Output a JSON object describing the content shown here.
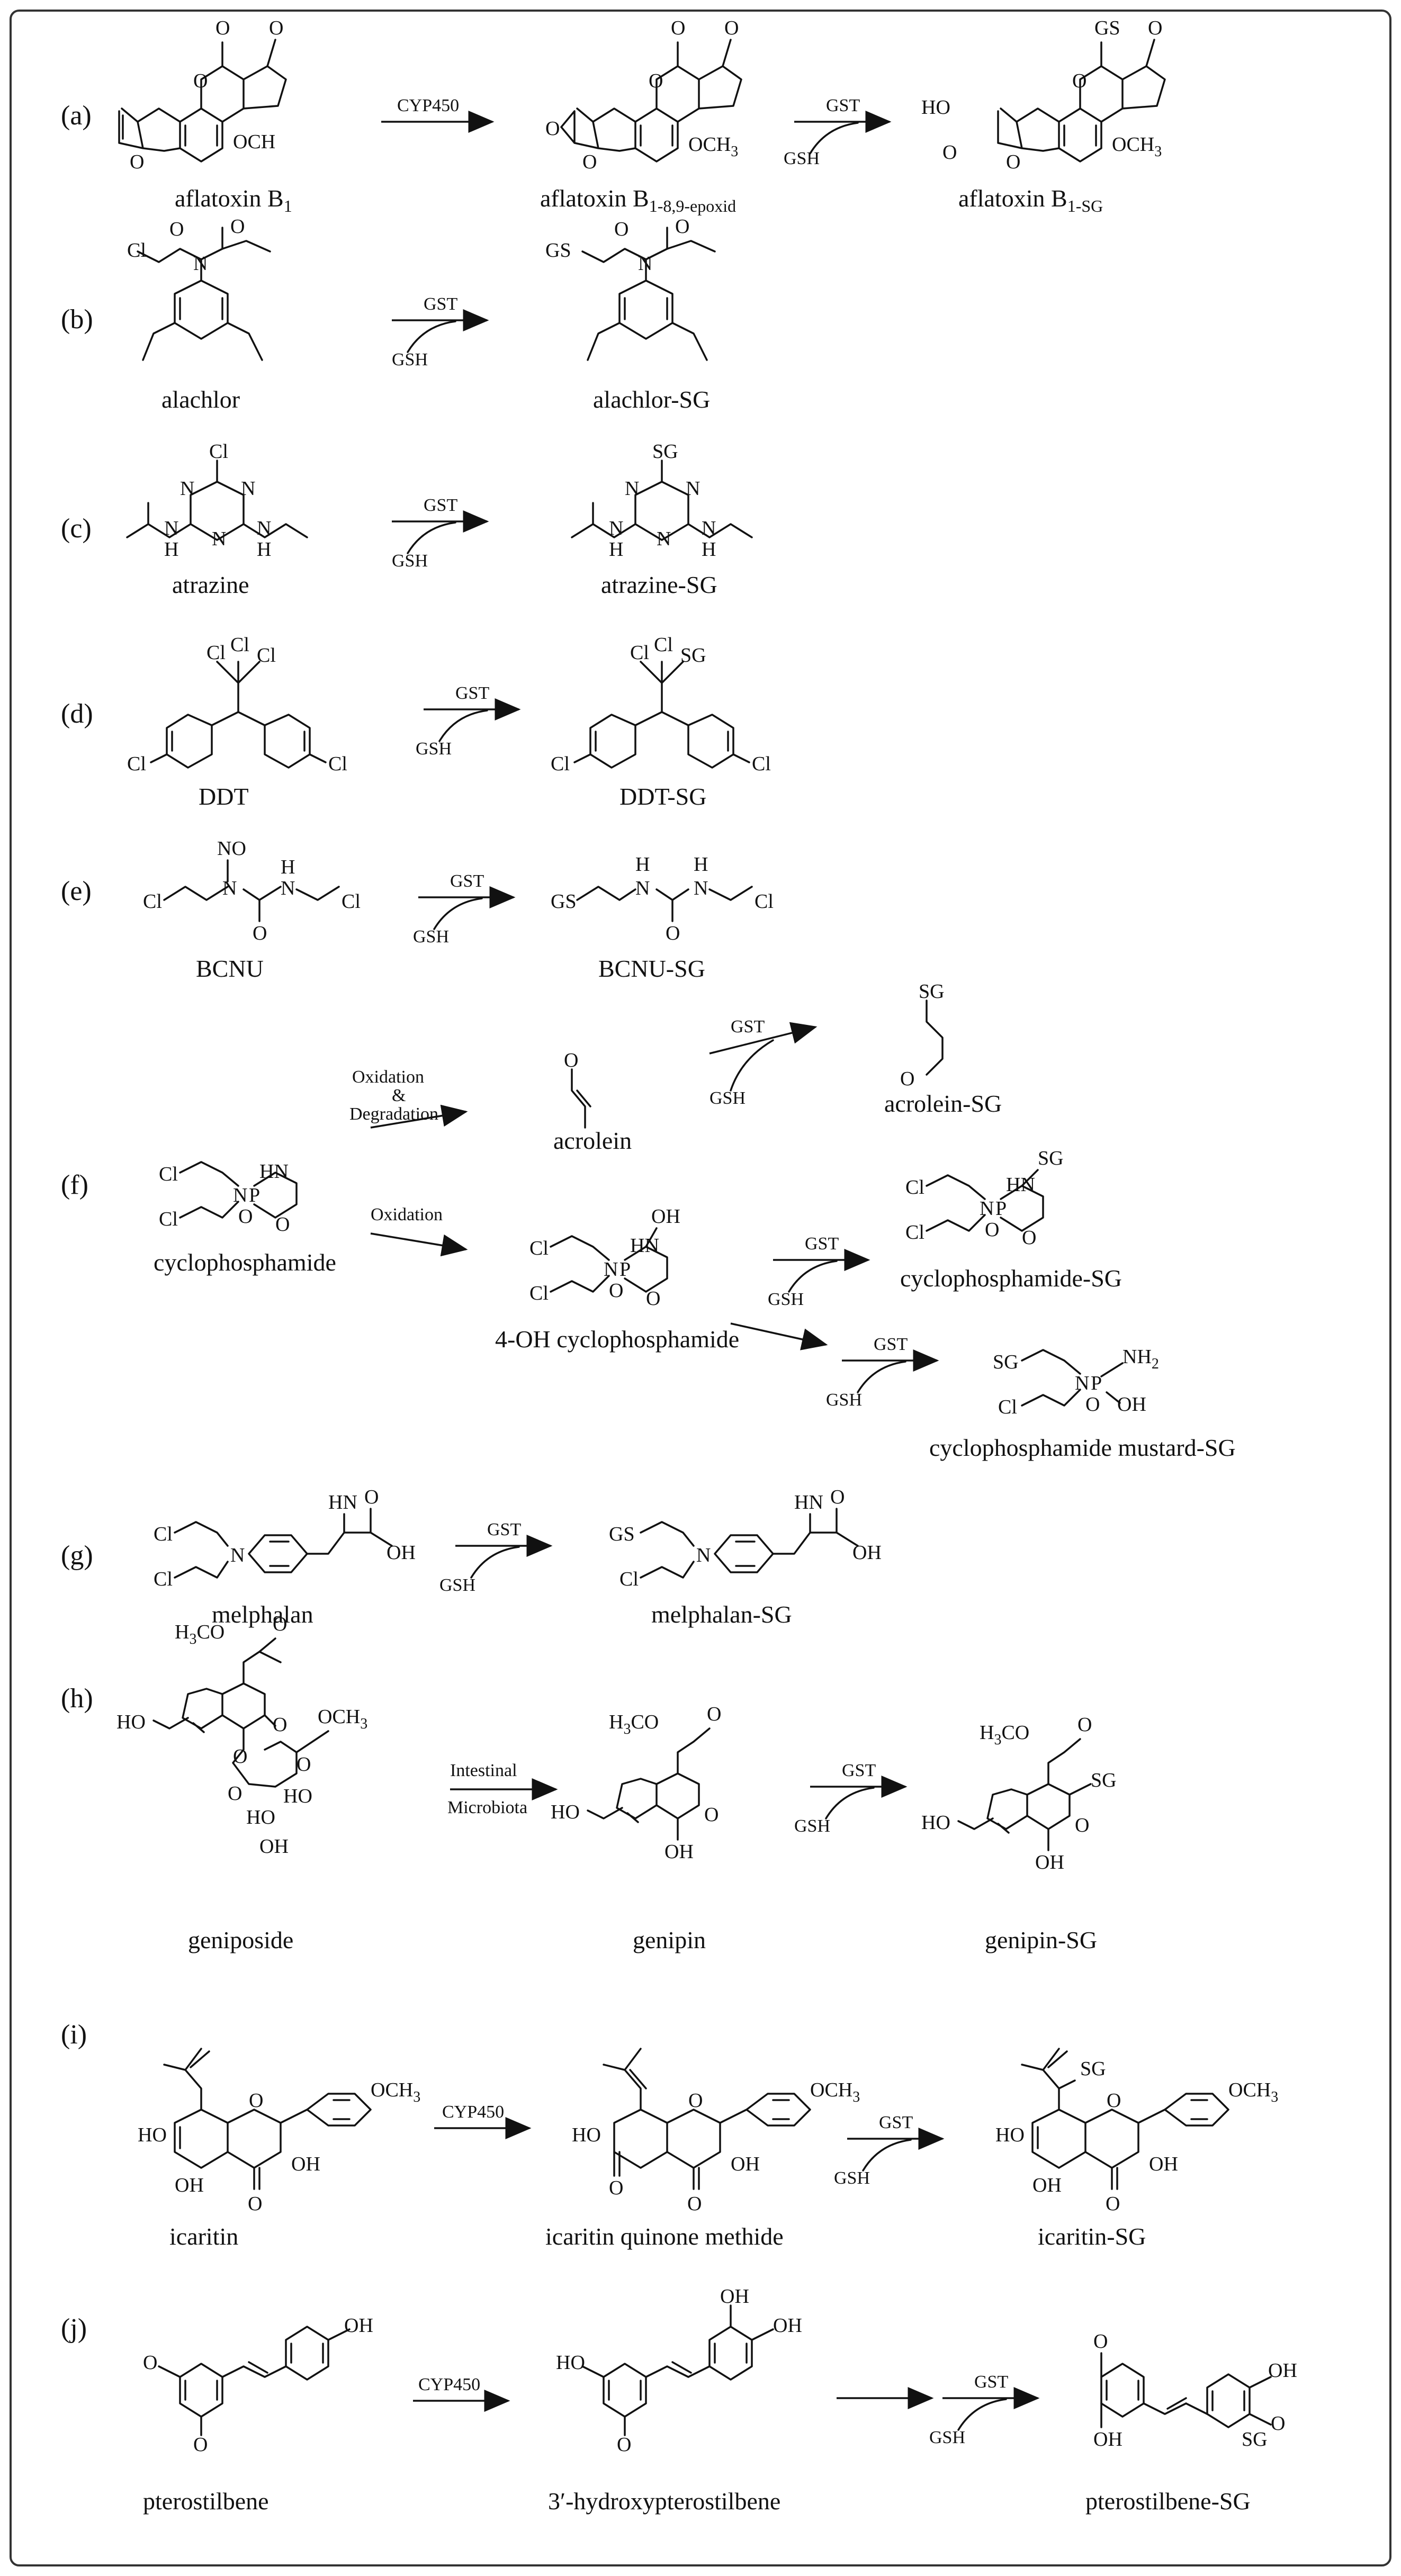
{
  "panels": {
    "a": {
      "tag": "(a)",
      "compounds": [
        "aflatoxin B",
        "aflatoxin B",
        "aflatoxin B"
      ],
      "compound_suffix": [
        "1",
        "1-8,9-epoxid",
        "1-SG"
      ],
      "arrows": [
        "CYP450",
        "GST"
      ],
      "cofactor": "GSH",
      "atoms": [
        "O",
        "O",
        "O",
        "O",
        "OCH",
        "O",
        "O",
        "O",
        "O",
        "O",
        "OCH",
        "3",
        "GS",
        "HO",
        "O",
        "O",
        "O",
        "O",
        "OCH",
        "3"
      ]
    },
    "b": {
      "tag": "(b)",
      "compounds": [
        "alachlor",
        "alachlor-SG"
      ],
      "arrows": [
        "GST"
      ],
      "cofactor": "GSH",
      "atoms": [
        "Cl",
        "O",
        "N",
        "O",
        "GS",
        "O",
        "N",
        "O"
      ]
    },
    "c": {
      "tag": "(c)",
      "compounds": [
        "atrazine",
        "atrazine-SG"
      ],
      "arrows": [
        "GST"
      ],
      "cofactor": "GSH",
      "atoms": [
        "Cl",
        "N",
        "N",
        "N",
        "N",
        "N",
        "H",
        "H",
        "SG",
        "N",
        "N",
        "N",
        "N",
        "N",
        "H",
        "H"
      ]
    },
    "d": {
      "tag": "(d)",
      "compounds": [
        "DDT",
        "DDT-SG"
      ],
      "arrows": [
        "GST"
      ],
      "cofactor": "GSH",
      "atoms": [
        "Cl",
        "Cl",
        "Cl",
        "Cl",
        "Cl",
        "Cl",
        "Cl",
        "SG",
        "Cl",
        "Cl"
      ]
    },
    "e": {
      "tag": "(e)",
      "compounds": [
        "BCNU",
        "BCNU-SG"
      ],
      "arrows": [
        "GST"
      ],
      "cofactor": "GSH",
      "atoms": [
        "Cl",
        "NO",
        "N",
        "H",
        "N",
        "O",
        "Cl",
        "GS",
        "H",
        "N",
        "H",
        "N",
        "O",
        "Cl"
      ]
    },
    "f": {
      "tag": "(f)",
      "compounds": [
        "cyclophosphamide",
        "acrolein",
        "acrolein-SG",
        "4-OH cyclophosphamide",
        "cyclophosphamide-SG",
        "cyclophosphamide mustard-SG"
      ],
      "arrows": [
        "Oxidation",
        "&",
        "Degradation",
        "Oxidation",
        "GST",
        "GST",
        "GST"
      ],
      "cofactor": "GSH",
      "atoms": [
        "O",
        "SG",
        "O",
        "Cl",
        "Cl",
        "N",
        "P",
        "HN",
        "O",
        "O",
        "Cl",
        "Cl",
        "N",
        "P",
        "HN",
        "OH",
        "O",
        "O",
        "Cl",
        "Cl",
        "N",
        "P",
        "HN",
        "SG",
        "O",
        "O",
        "SG",
        "Cl",
        "N",
        "P",
        "NH",
        "2",
        "OH",
        "O"
      ]
    },
    "g": {
      "tag": "(g)",
      "compounds": [
        "melphalan",
        "melphalan-SG"
      ],
      "arrows": [
        "GST"
      ],
      "cofactor": "GSH",
      "atoms": [
        "Cl",
        "Cl",
        "N",
        "HN",
        "O",
        "OH",
        "GS",
        "Cl",
        "N",
        "HN",
        "O",
        "OH"
      ]
    },
    "h": {
      "tag": "(h)",
      "compounds": [
        "geniposide",
        "genipin",
        "genipin-SG"
      ],
      "arrows": [
        "Intestinal",
        "Microbiota",
        "GST"
      ],
      "cofactor": "GSH",
      "atoms": [
        "H",
        "3",
        "CO",
        "O",
        "O",
        "HO",
        "O",
        "O",
        "OCH",
        "3",
        "O",
        "HO",
        "HO",
        "OH",
        "H",
        "3",
        "CO",
        "O",
        "O",
        "HO",
        "OH",
        "H",
        "3",
        "CO",
        "O",
        "SG",
        "O",
        "HO",
        "OH"
      ]
    },
    "i": {
      "tag": "(i)",
      "compounds": [
        "icaritin",
        "icaritin quinone methide",
        "icaritin-SG"
      ],
      "arrows": [
        "CYP450",
        "GST"
      ],
      "cofactor": "GSH",
      "atoms": [
        "OCH",
        "3",
        "HO",
        "O",
        "OH",
        "OH",
        "O",
        "OCH",
        "3",
        "HO",
        "O",
        "OH",
        "O",
        "O",
        "SG",
        "OCH",
        "3",
        "HO",
        "O",
        "OH",
        "OH",
        "O"
      ]
    },
    "j": {
      "tag": "(j)",
      "compounds": [
        "pterostilbene",
        "3′-hydroxypterostilbene",
        "pterostilbene-SG"
      ],
      "arrows": [
        "CYP450",
        "GST"
      ],
      "cofactor": "GSH",
      "atoms": [
        "OH",
        "O",
        "O",
        "OH",
        "OH",
        "HO",
        "O",
        "O",
        "OH",
        "OH",
        "O",
        "SG"
      ]
    }
  }
}
